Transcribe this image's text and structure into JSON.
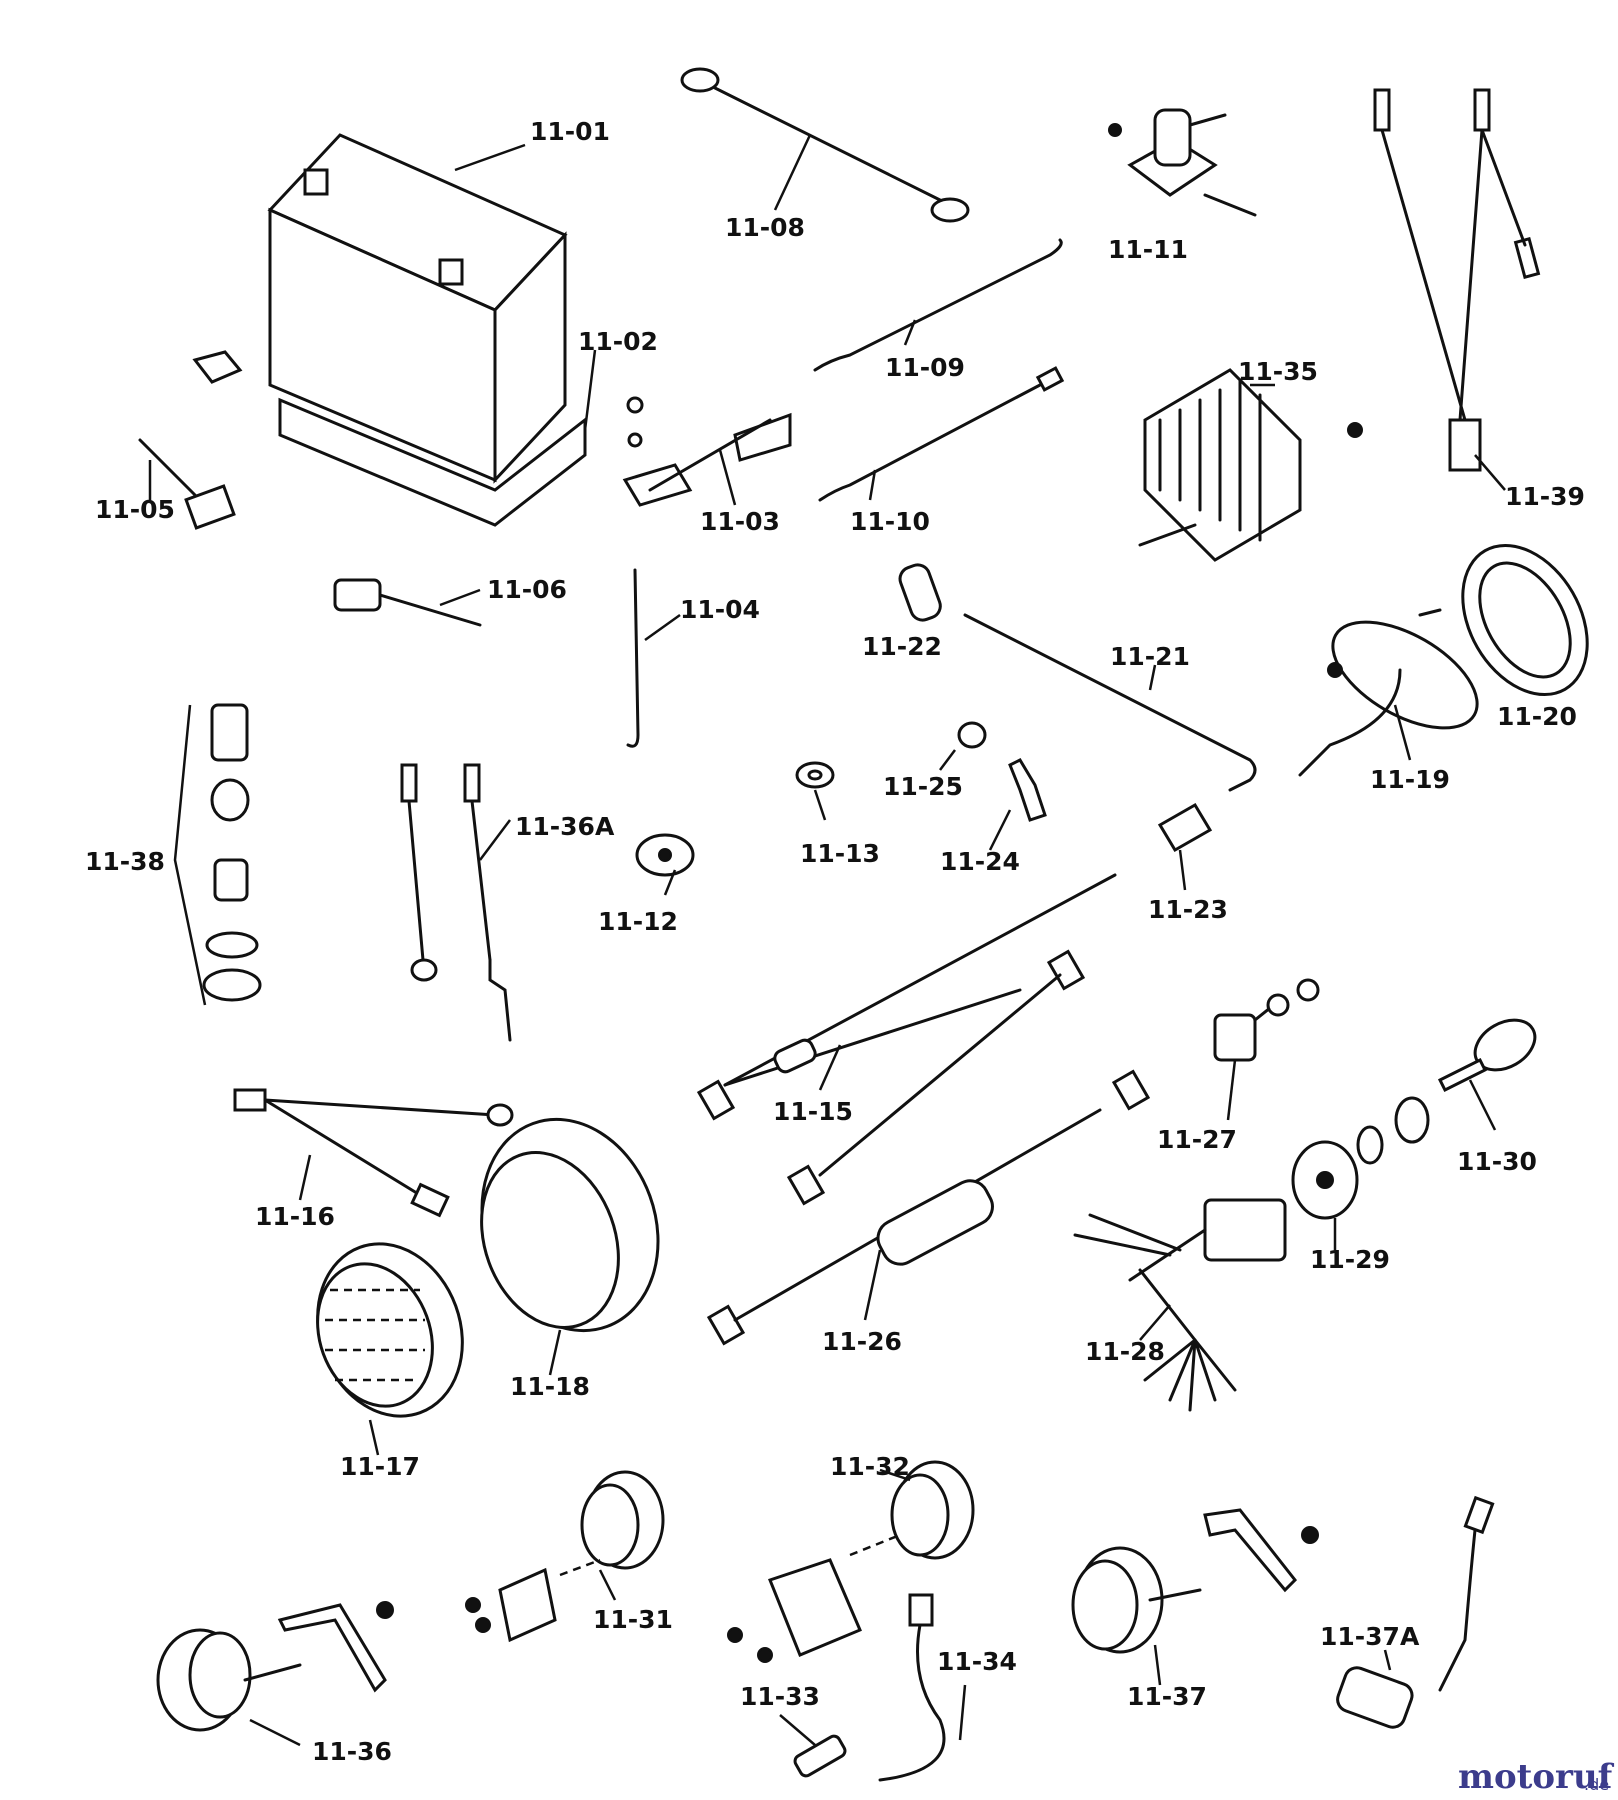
{
  "watermark": {
    "brand": "motoruf",
    "tld": ".de",
    "color": "#3c3c8c"
  },
  "parts": [
    {
      "id": "11-01"
    },
    {
      "id": "11-02"
    },
    {
      "id": "11-03"
    },
    {
      "id": "11-04"
    },
    {
      "id": "11-05"
    },
    {
      "id": "11-06"
    },
    {
      "id": "11-08"
    },
    {
      "id": "11-09"
    },
    {
      "id": "11-10"
    },
    {
      "id": "11-11"
    },
    {
      "id": "11-12"
    },
    {
      "id": "11-13"
    },
    {
      "id": "11-15"
    },
    {
      "id": "11-16"
    },
    {
      "id": "11-17"
    },
    {
      "id": "11-18"
    },
    {
      "id": "11-19"
    },
    {
      "id": "11-20"
    },
    {
      "id": "11-21"
    },
    {
      "id": "11-22"
    },
    {
      "id": "11-23"
    },
    {
      "id": "11-24"
    },
    {
      "id": "11-25"
    },
    {
      "id": "11-26"
    },
    {
      "id": "11-27"
    },
    {
      "id": "11-28"
    },
    {
      "id": "11-29"
    },
    {
      "id": "11-30"
    },
    {
      "id": "11-31"
    },
    {
      "id": "11-32"
    },
    {
      "id": "11-33"
    },
    {
      "id": "11-34"
    },
    {
      "id": "11-35"
    },
    {
      "id": "11-36"
    },
    {
      "id": "11-36A"
    },
    {
      "id": "11-37"
    },
    {
      "id": "11-37A"
    },
    {
      "id": "11-38"
    },
    {
      "id": "11-39"
    }
  ]
}
